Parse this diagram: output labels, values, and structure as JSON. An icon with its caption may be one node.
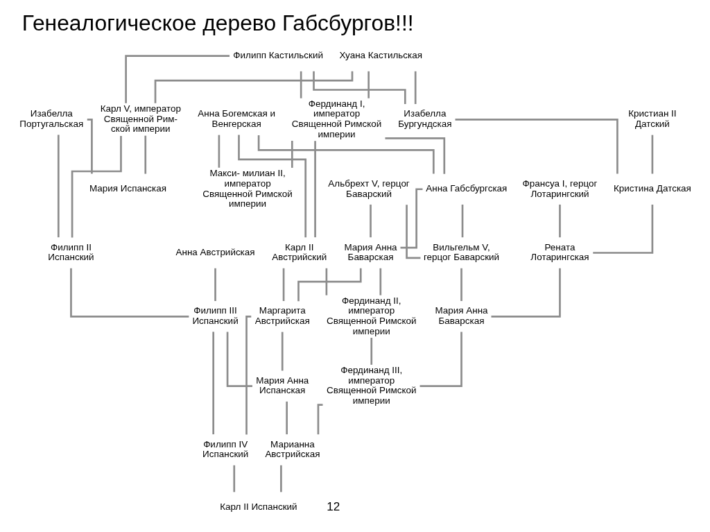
{
  "diagram": {
    "title": "Генеалогическое дерево Габсбургов!!!",
    "nodes": [
      {
        "text": [
          "Филипп Кастильский"
        ]
      },
      {
        "text": [
          "Хуана Кастильская"
        ]
      },
      {
        "text": [
          "Изабелла Португальская"
        ]
      },
      {
        "text": [
          "Карл V, император Священной Рим- ской империи"
        ]
      },
      {
        "text": [
          "Фердинанд I, император Священной Римской империи"
        ]
      },
      {
        "text": [
          "Анна Богемская и Венгерская"
        ]
      },
      {
        "text": [
          "Изабелла Бургундская"
        ]
      },
      {
        "text": [
          "Кристиан II Датский"
        ]
      },
      {
        "text": [
          "Мария Испанская"
        ]
      },
      {
        "text": [
          "Макси- милиан II, император Священной Римской империи"
        ]
      },
      {
        "text": [
          "Анна Габсбургская"
        ]
      },
      {
        "text": [
          "Альбрехт V, герцог Баварский"
        ]
      },
      {
        "text": [
          "Кристина Датская"
        ]
      },
      {
        "text": [
          "Франсуа I, герцог Лотарингский"
        ]
      },
      {
        "text": [
          "Филипп II Испанский"
        ]
      },
      {
        "text": [
          "Анна Австрийская"
        ]
      },
      {
        "text": [
          "Карл II Австрийский"
        ]
      },
      {
        "text": [
          "Мария Анна Баварская"
        ]
      },
      {
        "text": [
          "Вильгельм V, герцог Баварский"
        ]
      },
      {
        "text": [
          "Рената Лотарингская"
        ]
      },
      {
        "text": [
          "Филипп III Испанский"
        ]
      },
      {
        "text": [
          "Маргарита Австрийская"
        ]
      },
      {
        "text": [
          "Фердинанд II, император Священной Римской империи"
        ]
      },
      {
        "text": [
          "Мария Анна Баварская"
        ]
      },
      {
        "text": [
          "Мария Анна Испанская"
        ]
      },
      {
        "text": [
          "Фердинанд III, император Священной Римской империи"
        ]
      },
      {
        "text": [
          "Филипп IV Испанский"
        ]
      },
      {
        "text": [
          "Марианна Австрийская"
        ]
      },
      {
        "text": [
          "Карл II Испанский"
        ]
      }
    ],
    "edges": [
      {
        "from": 0,
        "to": 3,
        "arrow": "none"
      },
      {
        "from": 1,
        "to": 3,
        "arrow": "none"
      },
      {
        "from": 0,
        "to": 4,
        "arrow": "none"
      },
      {
        "from": 1,
        "to": 4,
        "arrow": "none"
      },
      {
        "from": 0,
        "to": 6,
        "arrow": "none"
      },
      {
        "from": 1,
        "to": 6,
        "arrow": "none"
      },
      {
        "from": 2,
        "to": 14,
        "arrow": "none"
      },
      {
        "from": 3,
        "to": 14,
        "arrow": "none"
      },
      {
        "from": 2,
        "to": 8,
        "arrow": "none"
      },
      {
        "from": 3,
        "to": 8,
        "arrow": "none"
      },
      {
        "from": 4,
        "to": 9,
        "arrow": "none"
      },
      {
        "from": 5,
        "to": 9,
        "arrow": "none"
      },
      {
        "from": 4,
        "to": 16,
        "arrow": "none"
      },
      {
        "from": 5,
        "to": 16,
        "arrow": "none"
      },
      {
        "from": 4,
        "to": 10,
        "arrow": "none"
      },
      {
        "from": 5,
        "to": 10,
        "arrow": "none"
      },
      {
        "from": 6,
        "to": 12,
        "arrow": "none"
      },
      {
        "from": 7,
        "to": 12,
        "arrow": "none"
      },
      {
        "from": 10,
        "to": 17,
        "arrow": "none"
      },
      {
        "from": 11,
        "to": 17,
        "arrow": "none"
      },
      {
        "from": 10,
        "to": 18,
        "arrow": "none"
      },
      {
        "from": 11,
        "to": 18,
        "arrow": "none"
      },
      {
        "from": 12,
        "to": 19,
        "arrow": "none"
      },
      {
        "from": 13,
        "to": 19,
        "arrow": "none"
      },
      {
        "from": 14,
        "to": 20,
        "arrow": "none"
      },
      {
        "from": 15,
        "to": 20,
        "arrow": "none"
      },
      {
        "from": 16,
        "to": 21,
        "arrow": "none"
      },
      {
        "from": 17,
        "to": 21,
        "arrow": "none"
      },
      {
        "from": 16,
        "to": 22,
        "arrow": "none"
      },
      {
        "from": 17,
        "to": 22,
        "arrow": "none"
      },
      {
        "from": 18,
        "to": 23,
        "arrow": "none"
      },
      {
        "from": 19,
        "to": 23,
        "arrow": "none"
      },
      {
        "from": 20,
        "to": 26,
        "arrow": "none"
      },
      {
        "from": 21,
        "to": 26,
        "arrow": "none"
      },
      {
        "from": 20,
        "to": 24,
        "arrow": "none"
      },
      {
        "from": 21,
        "to": 24,
        "arrow": "none"
      },
      {
        "from": 22,
        "to": 25,
        "arrow": "none"
      },
      {
        "from": 23,
        "to": 25,
        "arrow": "none"
      },
      {
        "from": 24,
        "to": 27,
        "arrow": "none"
      },
      {
        "from": 25,
        "to": 27,
        "arrow": "none"
      },
      {
        "from": 26,
        "to": 28,
        "arrow": "none"
      },
      {
        "from": 27,
        "to": 28,
        "arrow": "none"
      }
    ],
    "labels": [
      "12"
    ]
  }
}
